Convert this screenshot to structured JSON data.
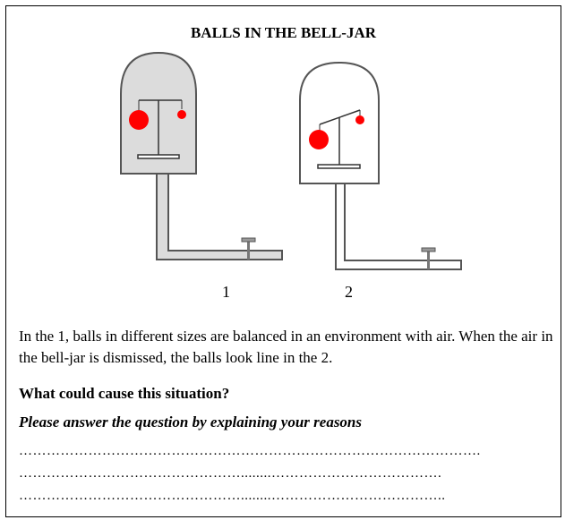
{
  "title": "BALLS IN THE BELL-JAR",
  "figure": {
    "jar_labels": [
      "1",
      "2"
    ],
    "ball_color": "#ff0000",
    "jar_fill_1": "#dcdcdc",
    "jar_fill_2": "#ffffff"
  },
  "text": {
    "description": "In the 1, balls in different sizes are balanced in an environment with air. When the air in the bell-jar is dismissed, the balls look line in the 2.",
    "question": "What could cause this situation?",
    "instruction": "Please answer the question by explaining your reasons"
  },
  "answer_lines": [
    "……………………………………………………………………………………….",
    "…………………………………………........……………………………….",
    "…………………………………………........……………………………….."
  ]
}
